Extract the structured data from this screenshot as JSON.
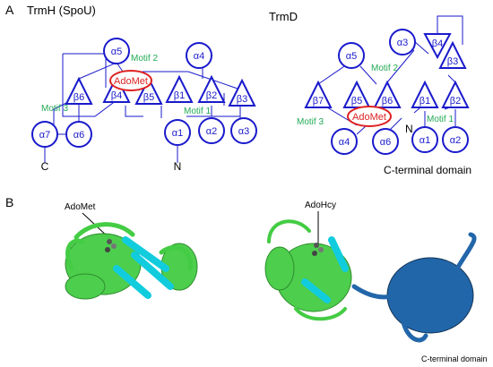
{
  "panel_a": {
    "label": "A",
    "trmh": {
      "title": "TrmH (SpoU)",
      "helices": [
        "α5",
        "α4",
        "α7",
        "α6",
        "α1",
        "α2",
        "α3"
      ],
      "strands": [
        "β6",
        "β4",
        "β5",
        "β1",
        "β2",
        "β3"
      ],
      "cofactor": "AdoMet",
      "motifs": [
        "Motif 2",
        "Motif 1",
        "Motif 3"
      ],
      "c_terminus": "C",
      "n_terminus": "N"
    },
    "trmd": {
      "title": "TrmD",
      "helices": [
        "α5",
        "α3",
        "α4",
        "α6",
        "α1",
        "α2"
      ],
      "strands": [
        "β4",
        "β3",
        "β7",
        "β5",
        "β6",
        "β1",
        "β2"
      ],
      "cofactor": "AdoMet",
      "motifs": [
        "Motif 2",
        "Motif 3",
        "Motif 1"
      ],
      "n_terminus": "N",
      "domain_label": "C-terminal domain"
    }
  },
  "panel_b": {
    "label": "B",
    "left_cofactor": "AdoMet",
    "right_cofactor": "AdoHcy",
    "domain_label": "C-terminal domain"
  },
  "colors": {
    "element_blue": "#1a1acc",
    "motif_green": "#22aa55",
    "cofactor_red": "#dd2222",
    "structure_green": "#44cc44",
    "structure_cyan": "#11ccdd",
    "structure_blue": "#2266aa"
  }
}
